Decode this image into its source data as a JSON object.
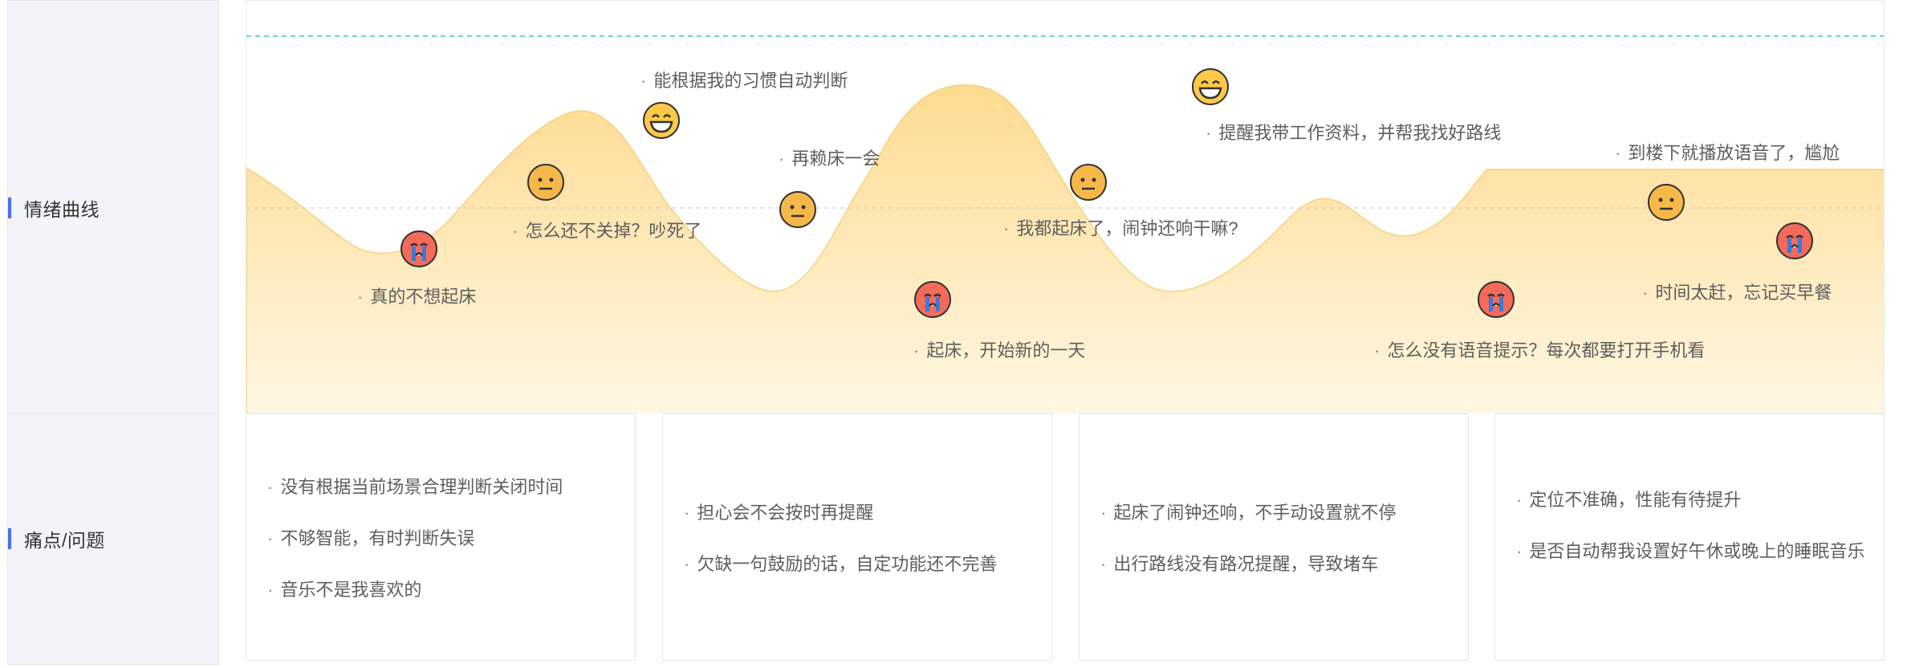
{
  "rows": {
    "curve_label": "情绪曲线",
    "pain_label": "痛点/问题"
  },
  "colors": {
    "accent": "#4c6ef5",
    "curve_fill_top": "#fdd98a",
    "curve_fill_bottom": "#fff6df",
    "happy_face": "#fdc94a",
    "neutral_face": "#f7b84a",
    "sad_face": "#f46b5c",
    "tear": "#3b7ad9",
    "guide_line": "#3cc9b8"
  },
  "emotion_points": [
    {
      "mood": "sad",
      "icon": "crying-face-icon",
      "text": "真的不想起床"
    },
    {
      "mood": "neutral",
      "icon": "neutral-face-icon",
      "text": "怎么还不关掉？吵死了"
    },
    {
      "mood": "happy",
      "icon": "grinning-face-icon",
      "text": "能根据我的习惯自动判断"
    },
    {
      "mood": "neutral",
      "icon": "neutral-face-icon",
      "text": "再赖床一会"
    },
    {
      "mood": "sad",
      "icon": "crying-face-icon",
      "text": "起床，开始新的一天"
    },
    {
      "mood": "neutral",
      "icon": "neutral-face-icon",
      "text": "我都起床了，闹钟还响干嘛?"
    },
    {
      "mood": "happy",
      "icon": "grinning-face-icon",
      "text": "提醒我带工作资料，并帮我找好路线"
    },
    {
      "mood": "sad",
      "icon": "crying-face-icon",
      "text": "怎么没有语音提示？每次都要打开手机看"
    },
    {
      "mood": "neutral",
      "icon": "neutral-face-icon",
      "text": "到楼下就播放语音了，尴尬"
    },
    {
      "mood": "sad",
      "icon": "crying-face-icon",
      "text": "时间太赶，忘记买早餐"
    }
  ],
  "pain_cards": [
    {
      "items": [
        "没有根据当前场景合理判断关闭时间",
        "不够智能，有时判断失误",
        "音乐不是我喜欢的"
      ]
    },
    {
      "items": [
        "担心会不会按时再提醒",
        "欠缺一句鼓励的话，自定功能还不完善"
      ]
    },
    {
      "items": [
        "起床了闹钟还响，不手动设置就不停",
        "出行路线没有路况提醒，导致堵车"
      ]
    },
    {
      "items": [
        "定位不准确，性能有待提升",
        "是否自动帮我设置好午休或晚上的睡眠音乐"
      ]
    }
  ]
}
